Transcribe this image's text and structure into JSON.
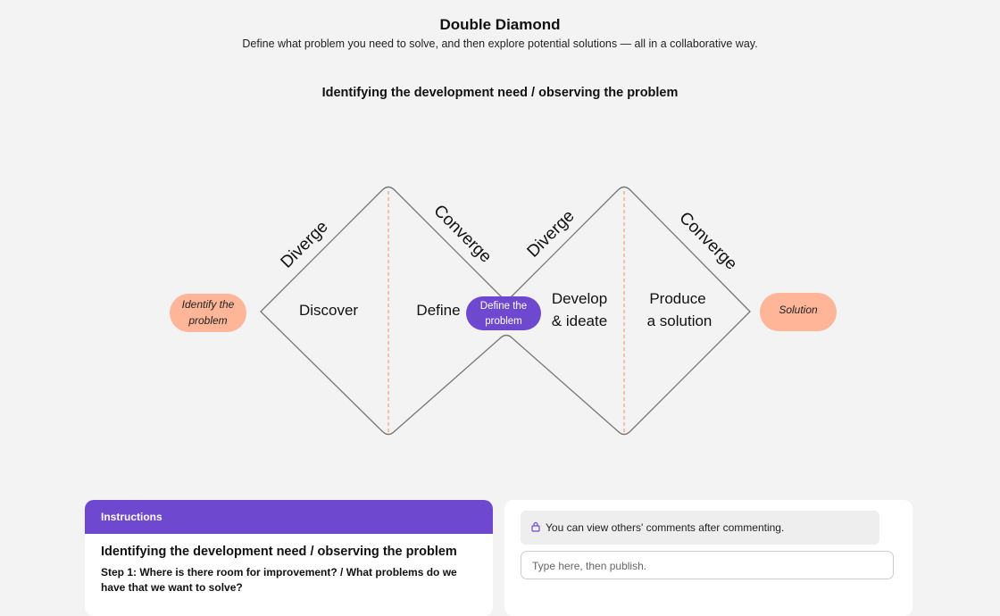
{
  "header": {
    "title": "Double Diamond",
    "subtitle": "Define what problem you need to solve, and then explore potential solutions — all in a collaborative way."
  },
  "section_heading": "Identifying the development need / observing the problem",
  "diagram": {
    "start_pill": [
      "Identify the",
      "problem"
    ],
    "middle_pill": [
      "Define the",
      "problem"
    ],
    "end_pill": "Solution",
    "edge_labels": {
      "diverge_1": "Diverge",
      "converge_1": "Converge",
      "diverge_2": "Diverge",
      "converge_2": "Converge"
    },
    "phases": {
      "discover": "Discover",
      "define": "Define",
      "develop": [
        "Develop",
        "& ideate"
      ],
      "produce": [
        "Produce",
        "a solution"
      ]
    },
    "colors": {
      "accent_purple": "#6f48d0",
      "pill_orange": "#ffb598",
      "divider_orange": "#f2a27a",
      "diamond_stroke": "#777777"
    }
  },
  "instructions_panel": {
    "tab_label": "Instructions",
    "heading": "Identifying the development need / observing the problem",
    "step": "Step 1: Where is there room for improvement? / What problems do we have that we want to solve?"
  },
  "comments_panel": {
    "notice": "You can view others' comments after commenting.",
    "icon": "lock-icon",
    "placeholder": "Type here, then publish."
  }
}
